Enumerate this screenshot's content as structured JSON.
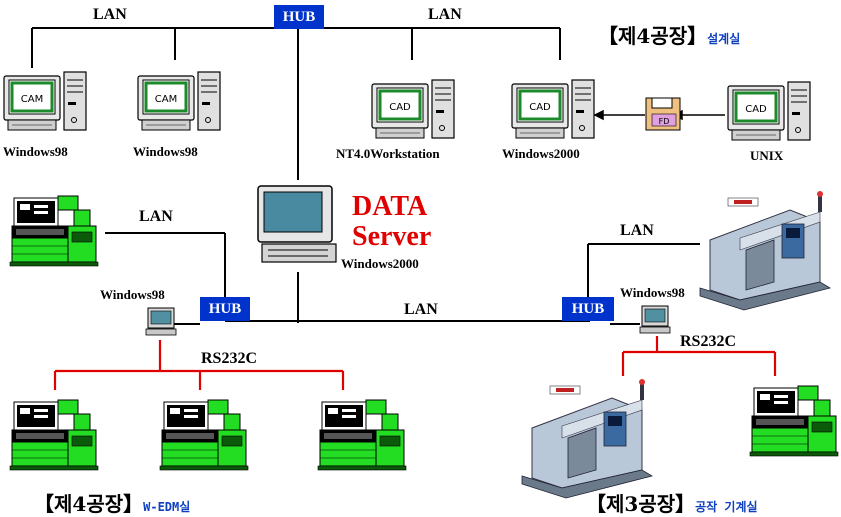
{
  "hub_label": "HUB",
  "lan_label": "LAN",
  "rs232c_label": "RS232C",
  "server": {
    "title_line1": "DATA",
    "title_line2": "Server",
    "os": "Windows2000"
  },
  "top": {
    "pc1": {
      "screen": "CAM",
      "os": "Windows98"
    },
    "pc2": {
      "screen": "CAM",
      "os": "Windows98"
    },
    "pc3": {
      "screen": "CAD",
      "os": "NT4.0Workstation"
    },
    "pc4": {
      "screen": "CAD",
      "os": "Windows2000"
    },
    "pc5": {
      "screen": "CAD",
      "os": "UNIX"
    },
    "fd": "FD"
  },
  "left_pc_os": "Windows98",
  "right_pc_os": "Windows98",
  "factory4_design": {
    "bracket": "【제4공장】",
    "room": "설계실"
  },
  "factory4_wedm": {
    "bracket": "【제4공장】",
    "room": "W-EDM실"
  },
  "factory3": {
    "bracket": "【제3공장】",
    "room": "공작 기계실"
  },
  "colors": {
    "hub": "#0033cc",
    "server_title": "#e00000",
    "rs232c_line": "#e00000",
    "machine_green": "#22dd22",
    "room_text": "#1040c0"
  }
}
